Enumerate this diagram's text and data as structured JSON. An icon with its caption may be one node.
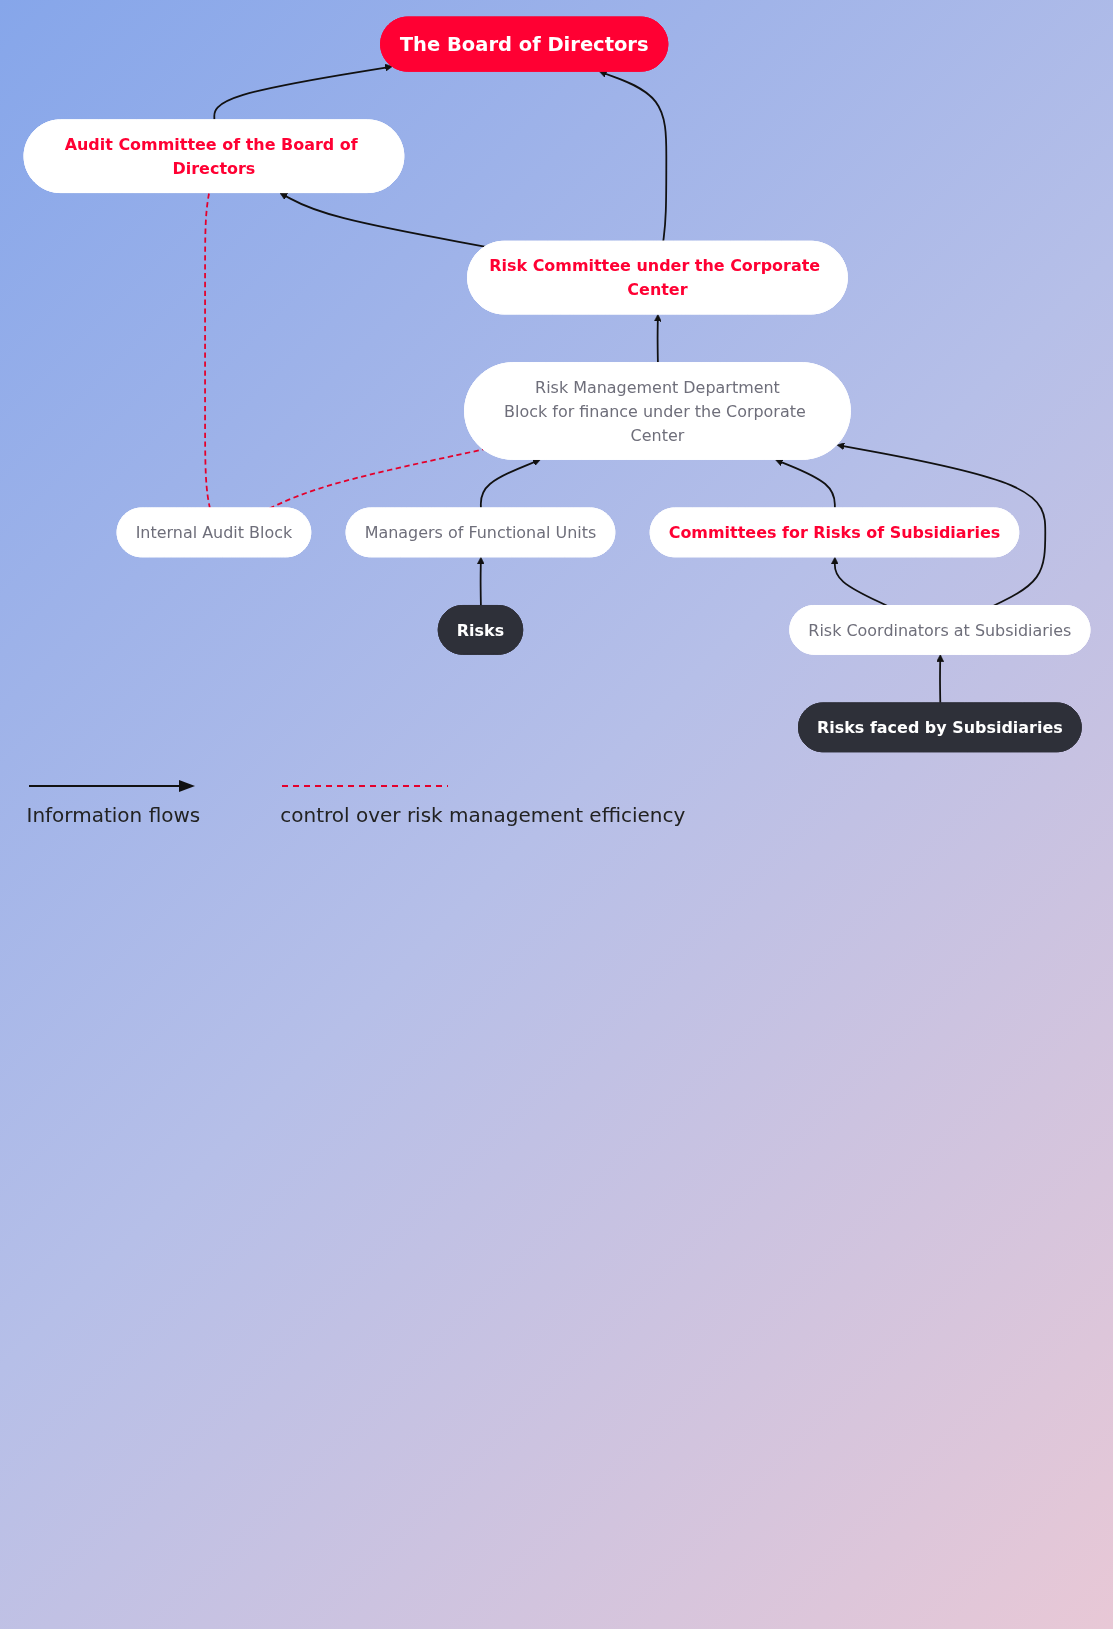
{
  "diagram": {
    "nodes": [
      {
        "text": [
          "The Board of Directors"
        ]
      },
      {
        "text": [
          "Audit Committee of the Board of Directors"
        ]
      },
      {
        "text": [
          "Internal Audit Block"
        ]
      },
      {
        "text": [
          "Risk Committee under the Corporate Center"
        ]
      },
      {
        "text": [
          "Risk Management Department",
          "Block for finance under the Corporate Center"
        ]
      },
      {
        "text": [
          "Committees for Risks of Subsidiaries"
        ]
      },
      {
        "text": [
          "Managers of Functional Units"
        ]
      },
      {
        "text": [
          "Risk Coordinators at Subsidiaries"
        ]
      },
      {
        "text": [
          "Risks"
        ]
      },
      {
        "text": [
          "Risks faced by Subsidiaries"
        ]
      }
    ],
    "edges": [
      {
        "from": 1,
        "to": 0,
        "arrow": "to"
      },
      {
        "from": 2,
        "to": 1,
        "arrow": "none",
        "style": "dashed",
        "color": "#e4002b"
      },
      {
        "from": 3,
        "to": 1,
        "arrow": "to"
      },
      {
        "from": 4,
        "to": 3,
        "arrow": "to"
      },
      {
        "from": 2,
        "to": 4,
        "arrow": "none",
        "style": "dashed",
        "color": "#e4002b"
      },
      {
        "from": 6,
        "to": 4,
        "arrow": "to"
      },
      {
        "from": 5,
        "to": 4,
        "arrow": "to"
      },
      {
        "from": 7,
        "to": 5,
        "arrow": "to"
      },
      {
        "from": 8,
        "to": 6,
        "arrow": "to"
      },
      {
        "from": 9,
        "to": 7,
        "arrow": "to"
      },
      {
        "from": 3,
        "to": 0,
        "arrow": "to"
      },
      {
        "from": 7,
        "to": 4,
        "arrow": "to"
      }
    ],
    "legend": [
      {
        "text": "Information flows"
      },
      {
        "text": "control over risk management efficiency"
      }
    ]
  }
}
